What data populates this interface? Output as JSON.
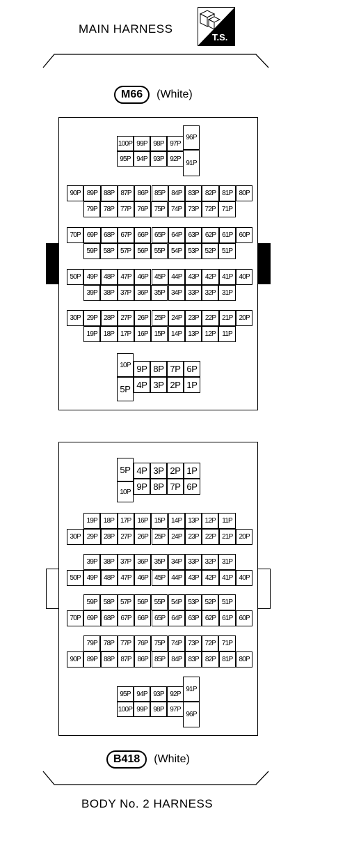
{
  "top": {
    "harness_title": "MAIN HARNESS",
    "ts_label": "T.S.",
    "connector_id": "M66",
    "color_label": "(White)",
    "upper_block": {
      "row_a": [
        "100P",
        "99P",
        "98P",
        "97P"
      ],
      "row_b": [
        "95P",
        "94P",
        "93P",
        "92P"
      ],
      "tall_top": "96P",
      "tall_bottom": "91P"
    },
    "groups": [
      {
        "long": [
          "90P",
          "89P",
          "88P",
          "87P",
          "86P",
          "85P",
          "84P",
          "83P",
          "82P",
          "81P",
          "80P"
        ],
        "short": [
          "79P",
          "78P",
          "77P",
          "76P",
          "75P",
          "74P",
          "73P",
          "72P",
          "71P"
        ]
      },
      {
        "long": [
          "70P",
          "69P",
          "68P",
          "67P",
          "66P",
          "65P",
          "64P",
          "63P",
          "62P",
          "61P",
          "60P"
        ],
        "short": [
          "59P",
          "58P",
          "57P",
          "56P",
          "55P",
          "54P",
          "53P",
          "52P",
          "51P"
        ]
      },
      {
        "long": [
          "50P",
          "49P",
          "48P",
          "47P",
          "46P",
          "45P",
          "44P",
          "43P",
          "42P",
          "41P",
          "40P"
        ],
        "short": [
          "39P",
          "38P",
          "37P",
          "36P",
          "35P",
          "34P",
          "33P",
          "32P",
          "31P"
        ]
      },
      {
        "long": [
          "30P",
          "29P",
          "28P",
          "27P",
          "26P",
          "25P",
          "24P",
          "23P",
          "22P",
          "21P",
          "20P"
        ],
        "short": [
          "19P",
          "18P",
          "17P",
          "16P",
          "15P",
          "14P",
          "13P",
          "12P",
          "11P"
        ]
      }
    ],
    "lower_block": {
      "tall_top": "10P",
      "tall_bottom": "5P",
      "row_a": [
        "9P",
        "8P",
        "7P",
        "6P"
      ],
      "row_b": [
        "4P",
        "3P",
        "2P",
        "1P"
      ]
    }
  },
  "bottom": {
    "harness_title": "BODY No. 2 HARNESS",
    "connector_id": "B418",
    "color_label": "(White)",
    "upper_block": {
      "tall_top": "5P",
      "tall_bottom": "10P",
      "row_a": [
        "4P",
        "3P",
        "2P",
        "1P"
      ],
      "row_b": [
        "9P",
        "8P",
        "7P",
        "6P"
      ]
    },
    "groups": [
      {
        "short": [
          "19P",
          "18P",
          "17P",
          "16P",
          "15P",
          "14P",
          "13P",
          "12P",
          "11P"
        ],
        "long": [
          "30P",
          "29P",
          "28P",
          "27P",
          "26P",
          "25P",
          "24P",
          "23P",
          "22P",
          "21P",
          "20P"
        ]
      },
      {
        "short": [
          "39P",
          "38P",
          "37P",
          "36P",
          "35P",
          "34P",
          "33P",
          "32P",
          "31P"
        ],
        "long": [
          "50P",
          "49P",
          "48P",
          "47P",
          "46P",
          "45P",
          "44P",
          "43P",
          "42P",
          "41P",
          "40P"
        ]
      },
      {
        "short": [
          "59P",
          "58P",
          "57P",
          "56P",
          "55P",
          "54P",
          "53P",
          "52P",
          "51P"
        ],
        "long": [
          "70P",
          "69P",
          "68P",
          "67P",
          "66P",
          "65P",
          "64P",
          "63P",
          "62P",
          "61P",
          "60P"
        ]
      },
      {
        "short": [
          "79P",
          "78P",
          "77P",
          "76P",
          "75P",
          "74P",
          "73P",
          "72P",
          "71P"
        ],
        "long": [
          "90P",
          "89P",
          "88P",
          "87P",
          "86P",
          "85P",
          "84P",
          "83P",
          "82P",
          "81P",
          "80P"
        ]
      }
    ],
    "lower_block": {
      "row_a": [
        "95P",
        "94P",
        "93P",
        "92P"
      ],
      "row_b": [
        "100P",
        "99P",
        "98P",
        "97P"
      ],
      "tall_top": "91P",
      "tall_bottom": "96P"
    }
  }
}
